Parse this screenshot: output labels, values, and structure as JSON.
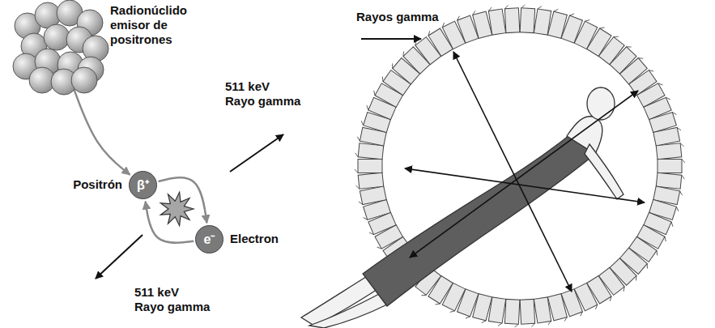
{
  "diagram": {
    "nodes": [
      {
        "text": [
          "Radionúclido emisor de positrones"
        ]
      },
      {
        "text": [
          "Positrón",
          "β⁺"
        ]
      },
      {
        "text": [
          "e⁻",
          "Electron"
        ]
      }
    ],
    "edges": [
      {
        "from": 0,
        "to": 1,
        "arrow": "to"
      },
      {
        "from": 1,
        "to": 2,
        "arrow": "to"
      },
      {
        "from": 2,
        "to": 1,
        "arrow": "to"
      }
    ],
    "labels": [
      "511 keV Rayo gamma",
      "511 keV Rayo gamma",
      "Rayos gamma"
    ]
  }
}
